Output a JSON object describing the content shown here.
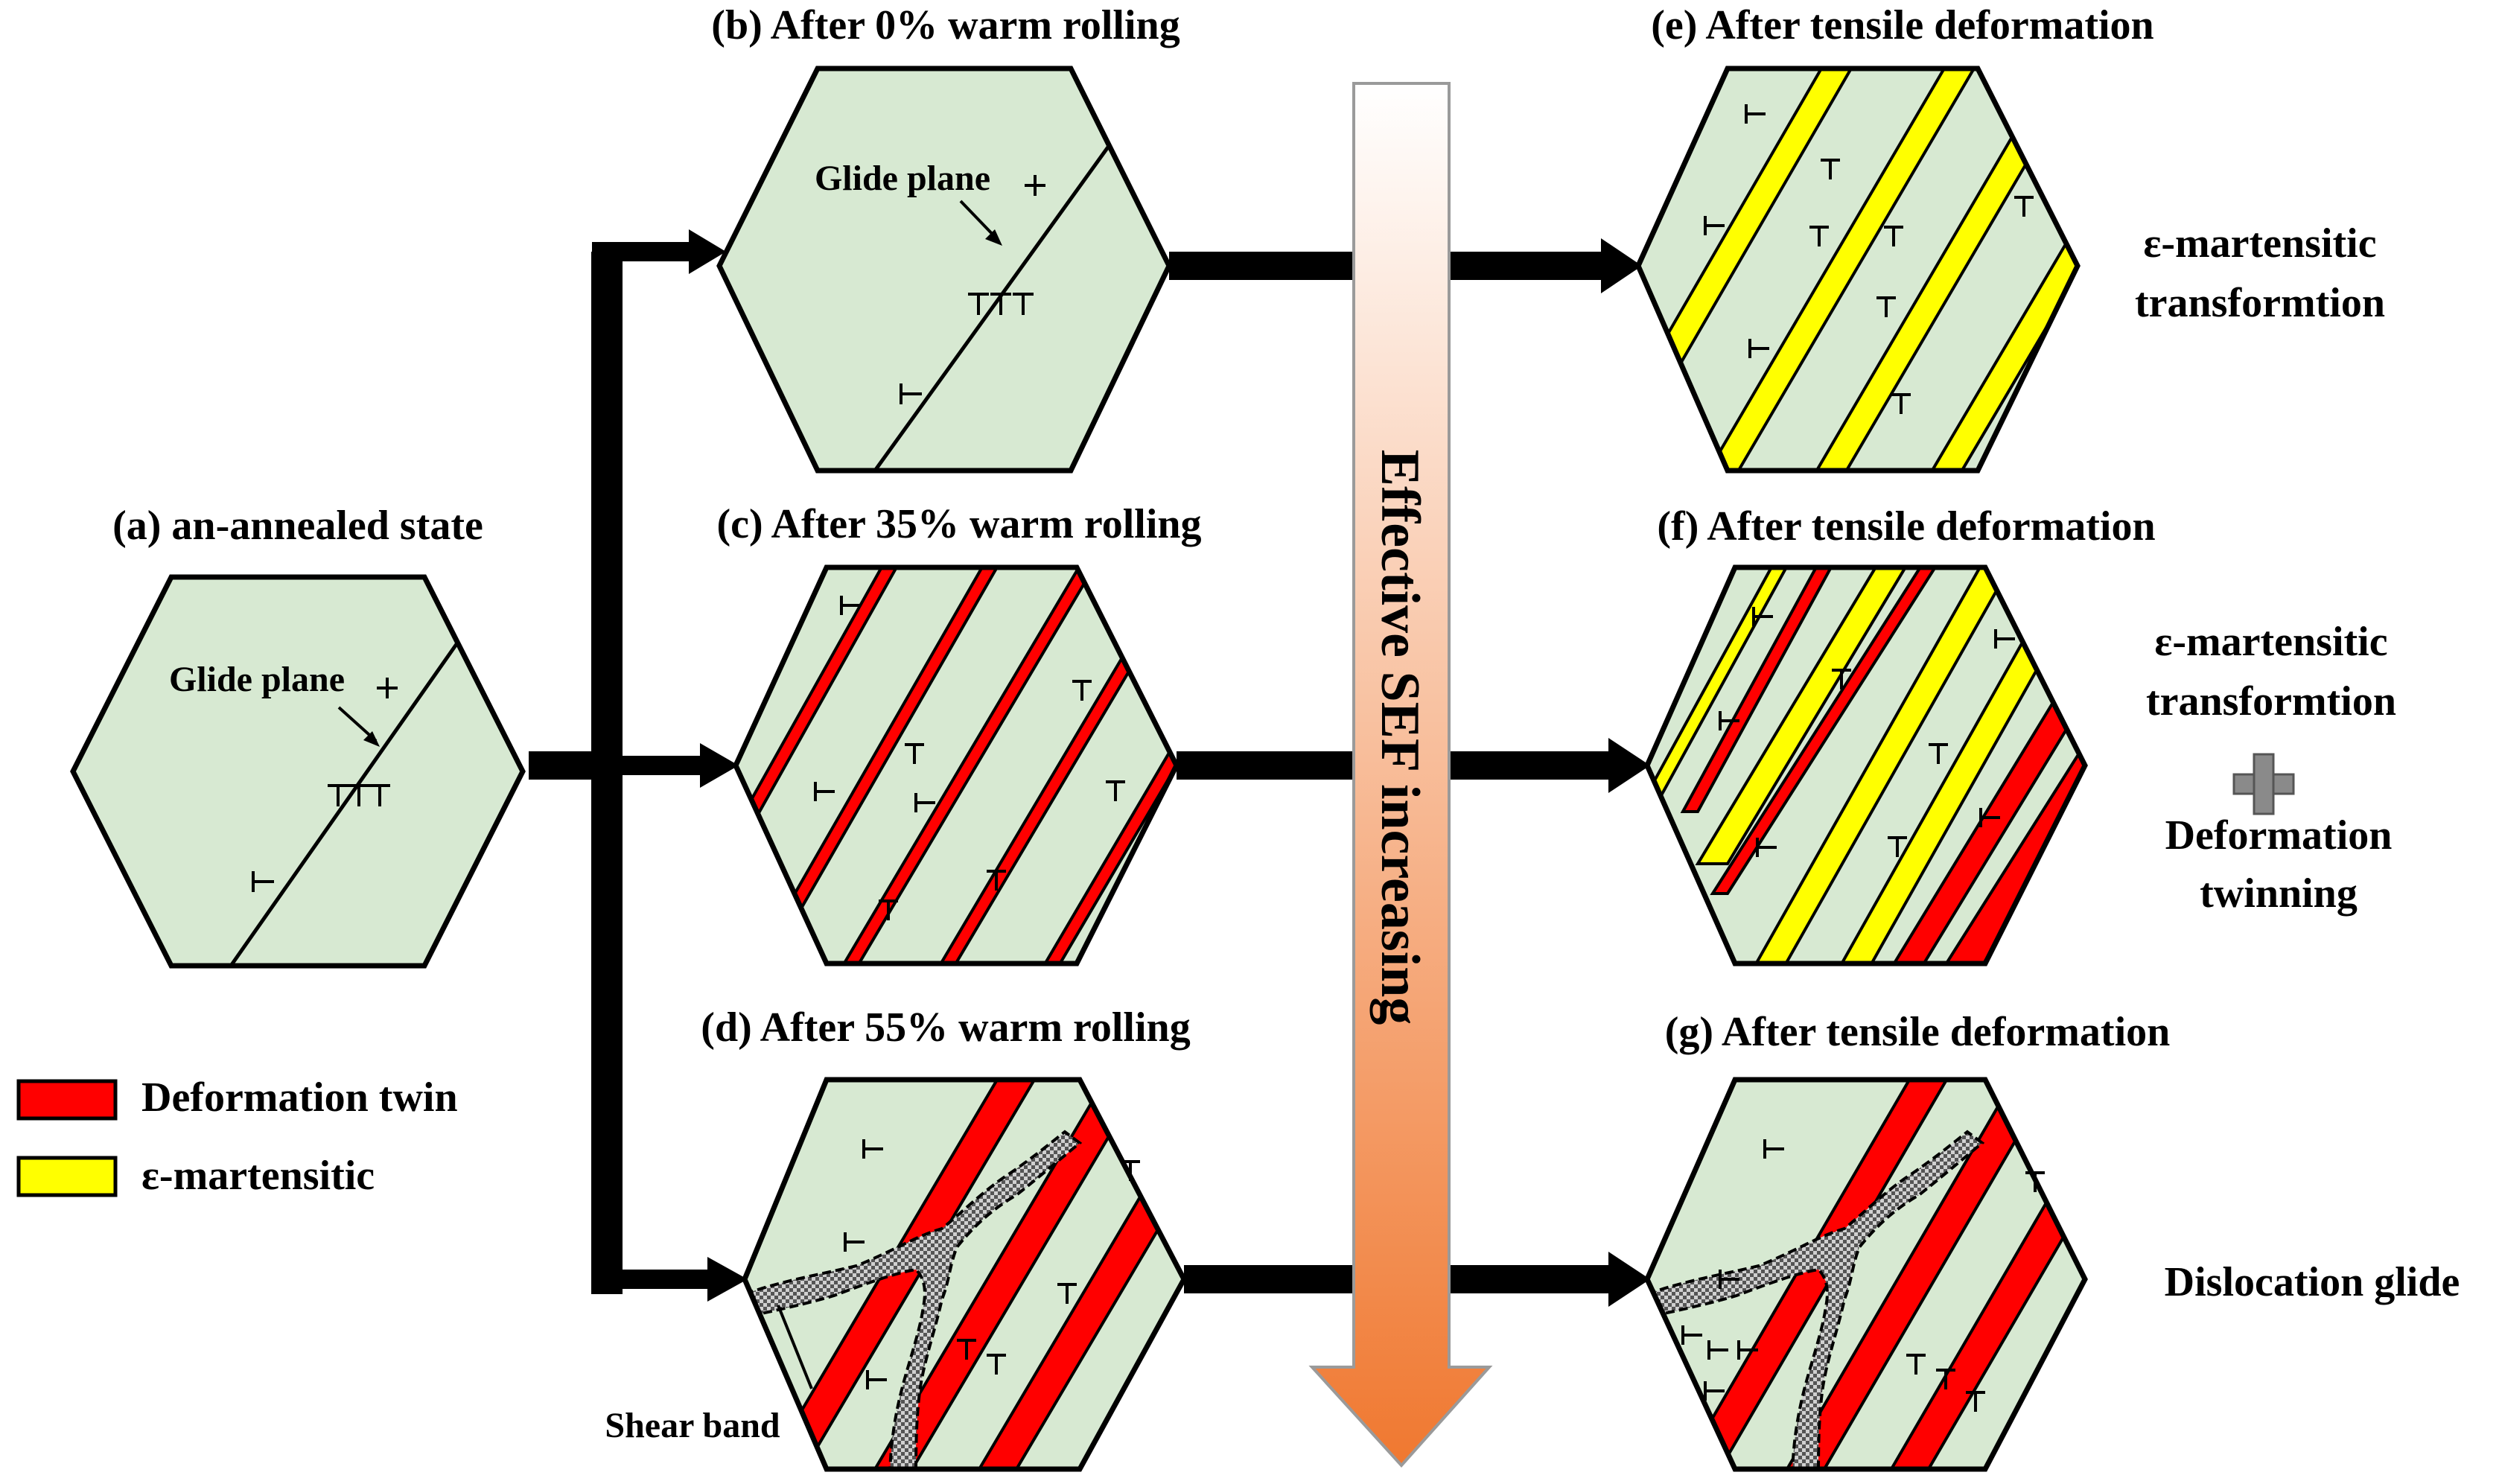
{
  "panels": {
    "a": {
      "title": "(a) an-annealed state",
      "glide_label": "Glide plane"
    },
    "b": {
      "title": "(b) After 0% warm rolling",
      "glide_label": "Glide plane"
    },
    "c": {
      "title": "(c) After 35% warm rolling"
    },
    "d": {
      "title": "(d) After 55% warm rolling",
      "shear_label": "Shear band"
    },
    "e": {
      "title": "(e) After tensile deformation"
    },
    "f": {
      "title": "(f) After tensile deformation"
    },
    "g": {
      "title": "(g) After tensile deformation"
    }
  },
  "mechanisms": {
    "e_line1": "ε-martensitic",
    "e_line2": "transformtion",
    "f_line1": "ε-martensitic",
    "f_line2": "transformtion",
    "f_line3": "Deformation",
    "f_line4": "twinning",
    "g_line1": "Dislocation glide"
  },
  "center_arrow": {
    "label": "Effective SEF increasing"
  },
  "legend": {
    "twin": {
      "label": "Deformation twin",
      "color": "#ff0000"
    },
    "martensite": {
      "label": "ε-martensitic",
      "color": "#ffff00"
    }
  },
  "colors": {
    "grain": "#d7e9d2",
    "twin": "#ff0000",
    "martensite": "#ffff00",
    "arrow_top": "#ffffff",
    "arrow_bottom": "#f07830"
  }
}
